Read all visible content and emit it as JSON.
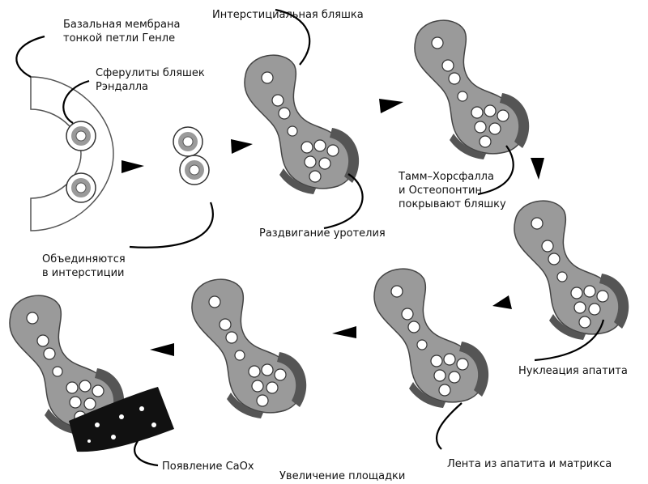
{
  "labels": {
    "basal_membrane": [
      "Базальная мембрана",
      "тонкой петли Генле"
    ],
    "spherulites": [
      "Сферулиты бляшек",
      "Рэндалла"
    ],
    "interstitial_plaque": "Интерстициальная бляшка",
    "merge": [
      "Объединяются",
      "в интерстиции"
    ],
    "urothelium": "Раздвигание уротелия",
    "tamm": [
      "Тамм–Хорсфалла",
      "и Остеопонтин",
      "покрывают бляшку"
    ],
    "nucleation": "Нуклеация апатита",
    "ribbon": "Лента из апатита и матрикса",
    "area": "Увеличение площадки",
    "caox": "Появление CaOx"
  },
  "colors": {
    "plaque": "#9a9a9a",
    "crescent": "#555555",
    "ink": "#000000"
  }
}
